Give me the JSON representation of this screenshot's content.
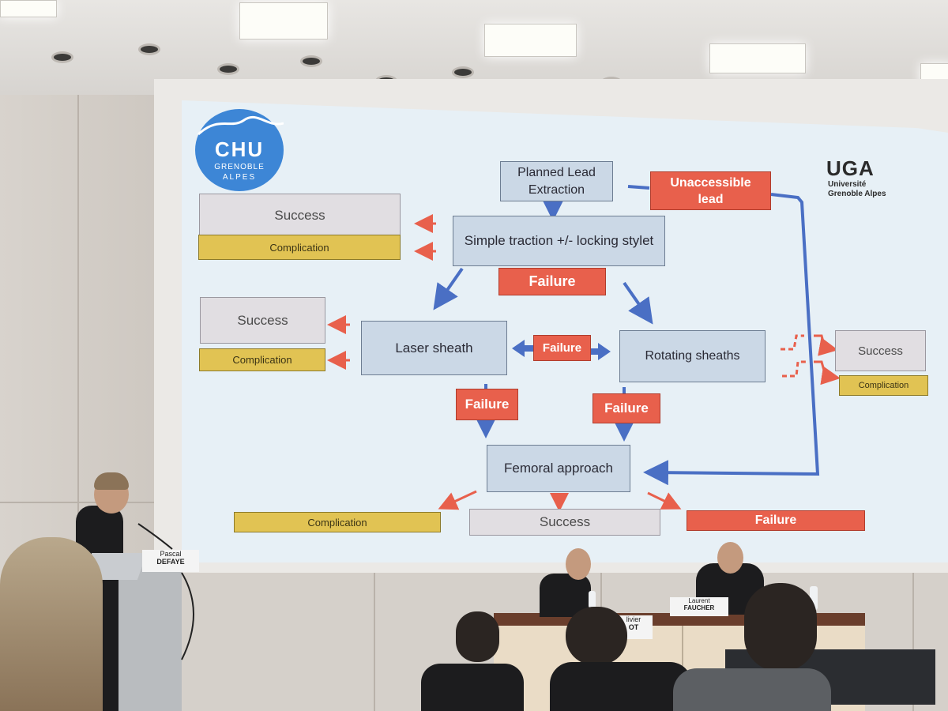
{
  "slide": {
    "logos": {
      "chu": {
        "line1": "CHU",
        "line2": "GRENOBLE",
        "line3": "ALPES"
      },
      "uga": {
        "mark": "UGA",
        "line1": "Université",
        "line2": "Grenoble Alpes"
      }
    },
    "boxes": {
      "planned": {
        "line1": "Planned Lead",
        "line2": "Extraction"
      },
      "unaccessible": {
        "line1": "Unaccessible",
        "line2": "lead"
      },
      "simple": "Simple traction +/- locking stylet",
      "failure_top": "Failure",
      "success_1": "Success",
      "complication_1": "Complication",
      "success_2": "Success",
      "complication_2": "Complication",
      "laser": "Laser sheath",
      "failure_mid": "Failure",
      "rotating": "Rotating sheaths",
      "success_3": "Success",
      "complication_3": "Complication",
      "failure_left": "Failure",
      "failure_right": "Failure",
      "femoral": "Femoral approach",
      "complication_bottom": "Complication",
      "success_bottom": "Success",
      "failure_bottom": "Failure"
    },
    "colors": {
      "red": "#e8604c",
      "blue_arrow": "#4a6fc4",
      "gold": "#e1c353"
    }
  },
  "nameplates": {
    "speaker": {
      "first": "Pascal",
      "last": "DEFAYE"
    },
    "panel_left": {
      "first": "livier",
      "last": "OT"
    },
    "panel_right": {
      "first": "Laurent",
      "last": "FAUCHER"
    }
  }
}
